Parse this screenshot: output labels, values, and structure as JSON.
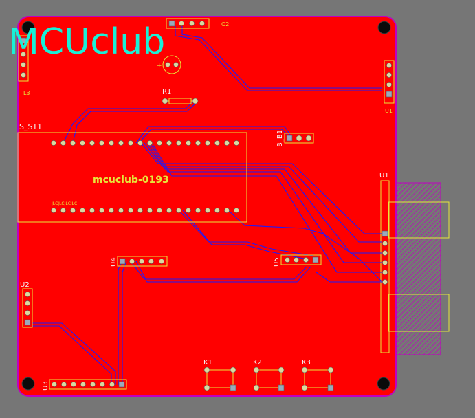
{
  "board": {
    "logo": "MCUclub",
    "project": "mcuclub-0193",
    "colors": {
      "background": "#767676",
      "copper": "#ff0000",
      "trace": "#1a1aff",
      "silkscreen": "#e7e73a",
      "logo": "#19f0d8",
      "outline": "#c000c0"
    }
  },
  "components": {
    "s_st1": "S_ST1",
    "r1": "R1",
    "b_b1": "B_B1",
    "u1": "U1",
    "u2": "U2",
    "u3": "U3",
    "u4": "U4",
    "u5": "U5",
    "k1": "K1",
    "k2": "K2",
    "k3": "K3",
    "stm_marks": "JLCJLCJLCJLC",
    "left_header": "L3",
    "right_header": "U1",
    "top_header": "O2"
  }
}
